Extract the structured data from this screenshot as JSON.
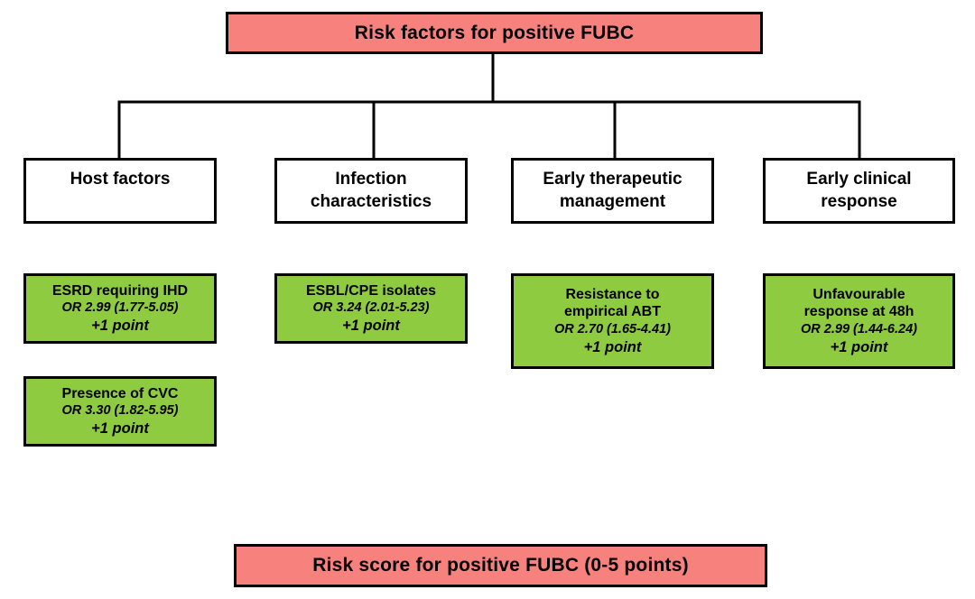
{
  "diagram": {
    "title": "Risk factors for positive FUBC",
    "footer": "Risk score for positive FUBC (0-5 points)",
    "colors": {
      "title_fill": "#F7817D",
      "factor_fill": "#8ECB41",
      "category_fill": "#FFFFFF",
      "line": "#000000",
      "background": "#FFFFFF"
    },
    "columns": [
      {
        "label": "Host factors",
        "factors": [
          {
            "name": "ESRD requiring IHD",
            "or": "OR 2.99 (1.77-5.05)",
            "points": "+1 point"
          },
          {
            "name": "Presence of CVC",
            "or": "OR 3.30 (1.82-5.95)",
            "points": "+1 point"
          }
        ]
      },
      {
        "label": "Infection characteristics",
        "factors": [
          {
            "name": "ESBL/CPE isolates",
            "or": "OR 3.24 (2.01-5.23)",
            "points": "+1 point"
          }
        ]
      },
      {
        "label": "Early therapeutic management",
        "factors": [
          {
            "name": "Resistance to empirical ABT",
            "or": "OR 2.70 (1.65-4.41)",
            "points": "+1 point"
          }
        ]
      },
      {
        "label": "Early clinical response",
        "factors": [
          {
            "name": "Unfavourable response at 48h",
            "or": "OR 2.99 (1.44-6.24)",
            "points": "+1 point"
          }
        ]
      }
    ]
  }
}
